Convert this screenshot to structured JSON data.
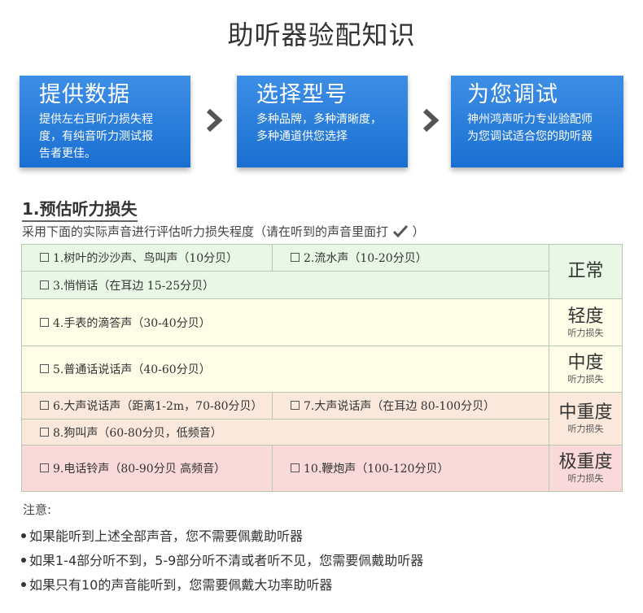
{
  "page_title": "助听器验配知识",
  "steps": [
    {
      "heading": "提供数据",
      "lines": [
        "提供左右耳听力损失程",
        "度，有纯音听力测试报",
        "告者更佳。"
      ]
    },
    {
      "heading": "选择型号",
      "lines": [
        "多种品牌，多种清晰度，",
        "多种通道供您选择"
      ]
    },
    {
      "heading": "为您调试",
      "lines": [
        "神州鸿声听力专业验配师",
        "为您调试适合您的助听器"
      ]
    }
  ],
  "section": {
    "title": "1.预估听力损失",
    "subtitle_before": "采用下面的实际声音进行评估听力损失程度（请在听到的声音里面打",
    "subtitle_after": "）"
  },
  "table": {
    "items": {
      "i1": "1.树叶的沙沙声、鸟叫声（10分贝）",
      "i2": "2.流水声（10-20分贝）",
      "i3": "3.悄悄话（在耳边 15-25分贝）",
      "i4": "4.手表的滴答声（30-40分贝）",
      "i5": "5.普通话说话声（40-60分贝）",
      "i6": "6.大声说话声（距离1-2m，70-80分贝）",
      "i7": "7.大声说话声（在耳边 80-100分贝）",
      "i8": "8.狗叫声（60-80分贝，低频音）",
      "i9": "9.电话铃声（80-90分贝 高频音）",
      "i10": "10.鞭炮声（100-120分贝）"
    },
    "levels": {
      "normal": "正常",
      "mild": "轻度",
      "moderate": "中度",
      "moderately_severe": "中重度",
      "severe": "极重度",
      "loss_label": "听力损失"
    }
  },
  "notes": {
    "title": "注意:",
    "items": [
      "如果能听到上述全部声音，您不需要佩戴助听器",
      "如果1-4部分听不到，5-9部分听不清或者听不见，您需要佩戴助听器",
      "如果只有10的声音能听到，您需要佩戴大功率助听器"
    ]
  },
  "colors": {
    "step_blue": "#1a6fd1",
    "normal_bg": "#e9f8e6",
    "mild_bg": "#fdfde8",
    "moderate_severe_bg": "#fbe8dd",
    "severe_bg": "#f9d9d9"
  }
}
